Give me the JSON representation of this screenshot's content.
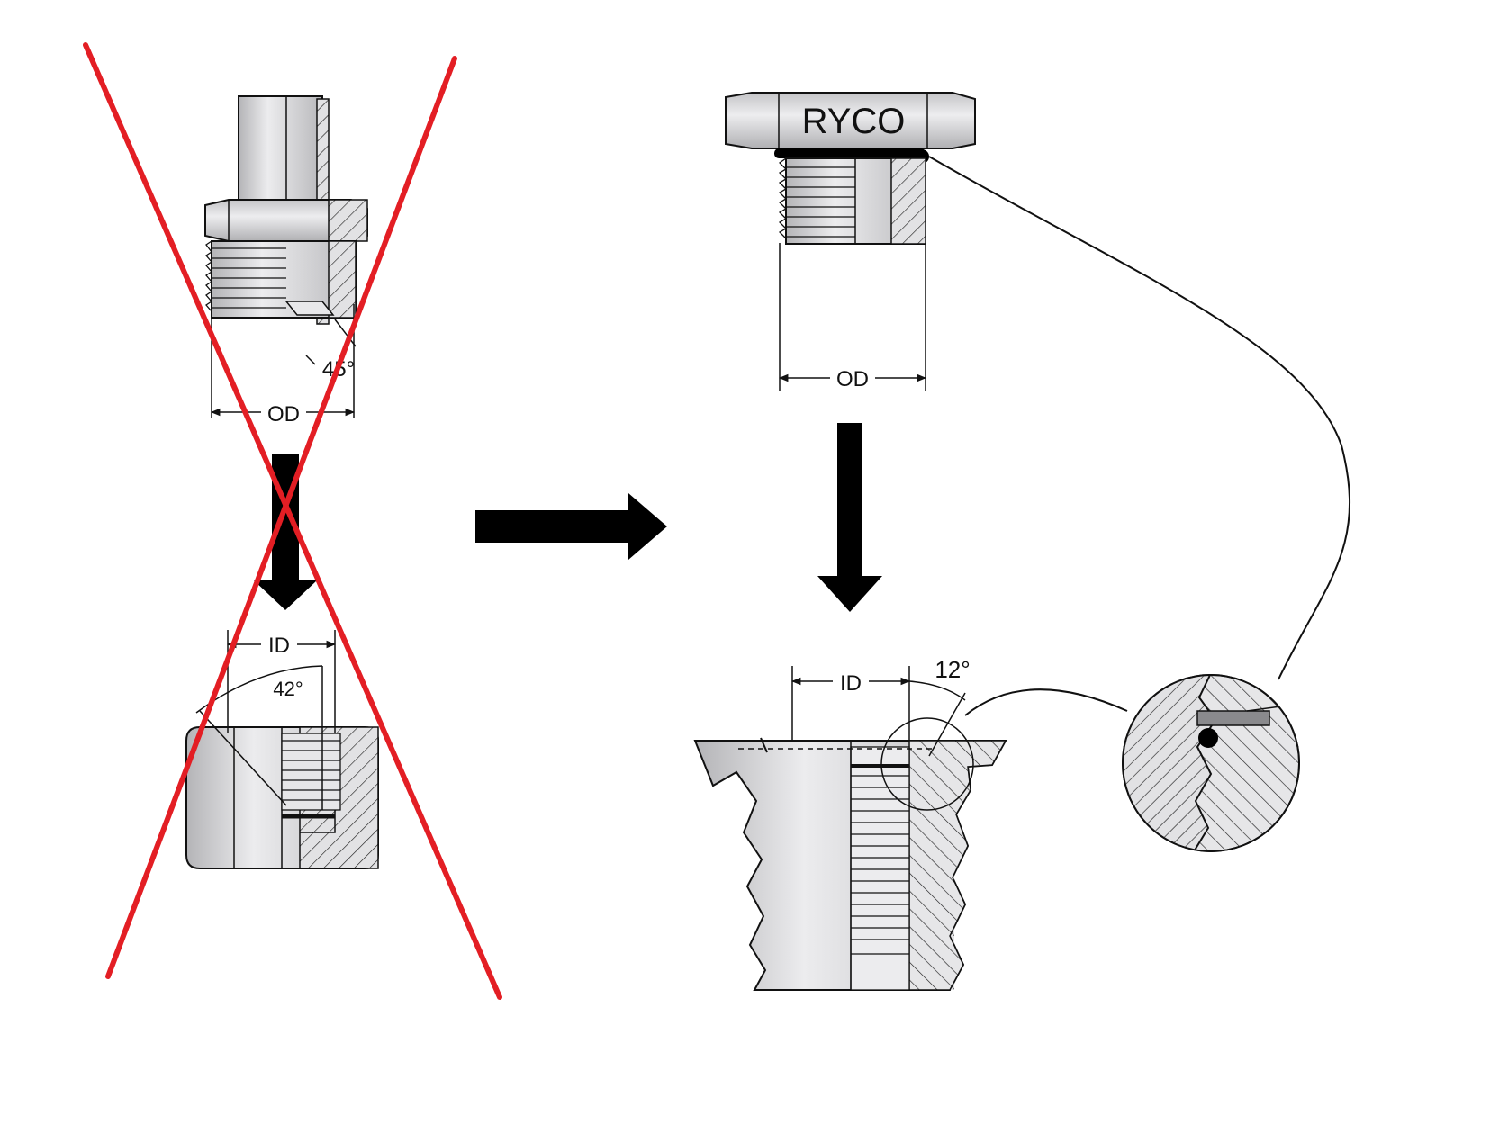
{
  "labels": {
    "left_top_od": "OD",
    "left_top_angle": "45°",
    "left_bottom_id": "ID",
    "left_bottom_angle": "42°",
    "right_top_od": "OD",
    "right_bottom_id": "ID",
    "right_bottom_angle": "12°"
  },
  "brand": {
    "text": "RYCO"
  },
  "colors": {
    "cross_out": "#e31e24",
    "part_fill": "#d0d0d2",
    "part_fill_dark": "#a9a9ac",
    "ink": "#111111",
    "arrow": "#000000"
  },
  "icons": {
    "cross_out": "red-x-icon",
    "transition_arrow": "right-arrow-icon",
    "down_arrow": "down-arrow-icon"
  }
}
